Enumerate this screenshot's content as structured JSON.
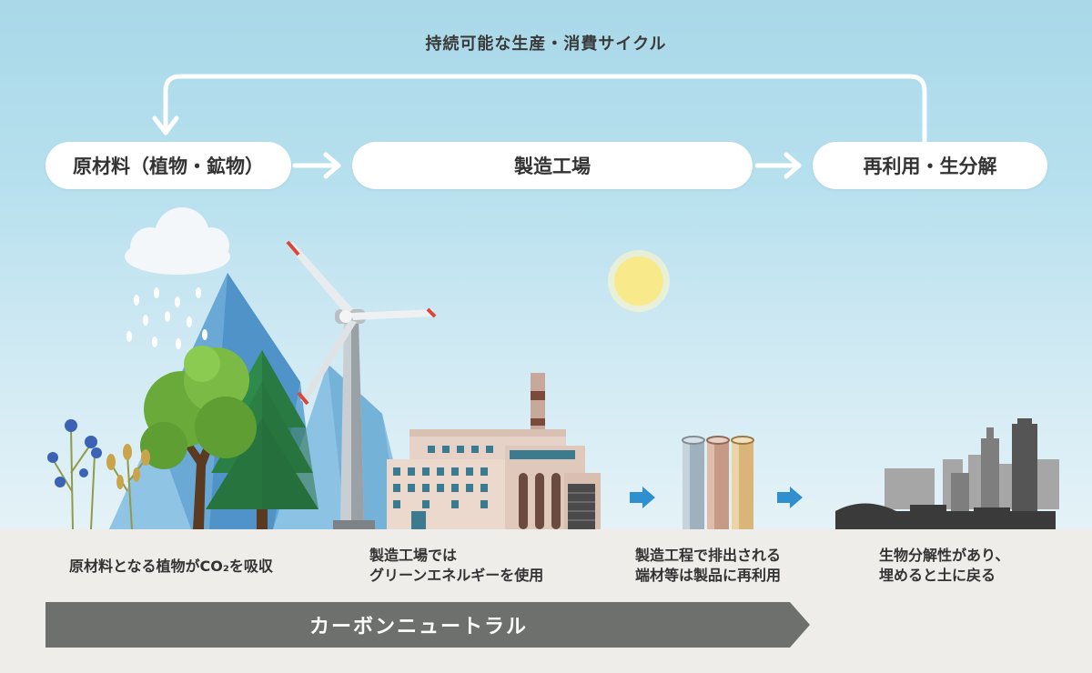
{
  "cycle": {
    "title": "持続可能な生産・消費サイクル",
    "steps": [
      "原材料（植物・鉱物）",
      "製造工場",
      "再利用・生分解"
    ]
  },
  "captions": [
    {
      "lines": [
        "原材料となる植物がCO₂を吸収"
      ]
    },
    {
      "lines": [
        "製造工場では",
        "グリーンエネルギーを使用"
      ]
    },
    {
      "lines": [
        "製造工程で排出される",
        "端材等は製品に再利用"
      ]
    },
    {
      "lines": [
        "生物分解性があり、",
        "埋めると土に戻る"
      ]
    }
  ],
  "neutral": {
    "label": "カーボンニュートラル"
  },
  "icons": [
    "cloud-icon",
    "rain-icon",
    "mountain-icon",
    "wind-turbine-icon",
    "sun-icon",
    "factory-icon",
    "flower-icon",
    "tree-icon",
    "pipe-icon",
    "city-skyline-icon",
    "arrow-right-icon"
  ],
  "colors": {
    "sky": "#b7e0ee",
    "ground": "#efedea",
    "bar": "#6e706d",
    "arrow_blue": "#2f8fcf",
    "tree_green": "#6aaa3a",
    "pine_green": "#2e8a4a"
  }
}
